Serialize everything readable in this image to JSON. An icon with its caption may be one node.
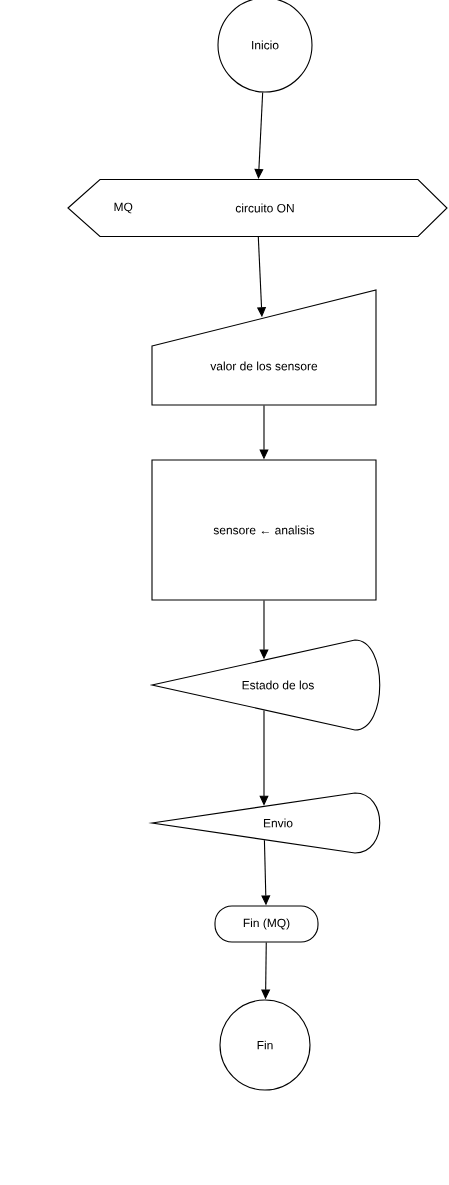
{
  "diagram": {
    "nodes": [
      {
        "text": [
          "Inicio"
        ]
      },
      {
        "text": [
          "MQ",
          "circuito ON"
        ]
      },
      {
        "text": [
          "valor de los sensore"
        ]
      },
      {
        "text": [
          "sensore ← analisis"
        ]
      },
      {
        "text": [
          "Estado de los"
        ]
      },
      {
        "text": [
          "Envio"
        ]
      },
      {
        "text": [
          "Fin (MQ)"
        ]
      },
      {
        "text": [
          "Fin"
        ]
      }
    ],
    "edges": [
      {
        "from": 0,
        "to": 1,
        "arrow": "to"
      },
      {
        "from": 1,
        "to": 2,
        "arrow": "to"
      },
      {
        "from": 2,
        "to": 3,
        "arrow": "to"
      },
      {
        "from": 3,
        "to": 4,
        "arrow": "to"
      },
      {
        "from": 4,
        "to": 5,
        "arrow": "to"
      },
      {
        "from": 5,
        "to": 6,
        "arrow": "to"
      },
      {
        "from": 6,
        "to": 7,
        "arrow": "to"
      }
    ]
  }
}
